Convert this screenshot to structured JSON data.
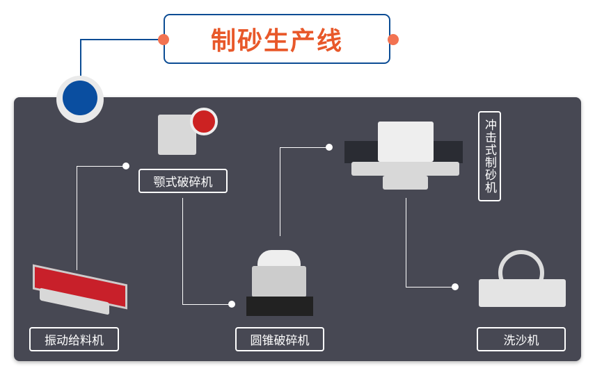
{
  "title": "制砂生产线",
  "machines": {
    "jaw_crusher": "颚式破碎机",
    "vibrating_feeder": "振动给料机",
    "cone_crusher": "圆锥破碎机",
    "impact_sand_maker": "冲击式制砂机",
    "sand_washer": "洗沙机"
  },
  "colors": {
    "title": "#e8582a",
    "border": "#0b4c94",
    "panel": "#474853",
    "accent_dot": "#f27352"
  }
}
